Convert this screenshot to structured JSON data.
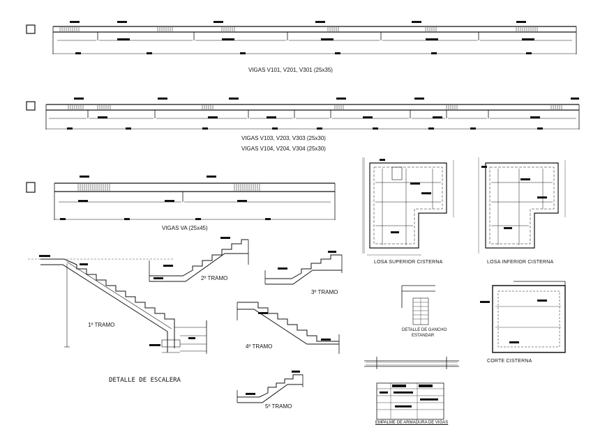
{
  "beams": {
    "v101_title": "VIGAS V101, V201, V301  (25x35)",
    "v103_title": "VIGAS V103, V203, V303  (25x30)",
    "v104_title": "VIGAS V104, V204, V304  (25x30)",
    "va_title": "VIGAS VA  (25x45)"
  },
  "stairs": {
    "detail_title": "DETALLE  DE  ESCALERA",
    "tramo_1": "1º TRAMO",
    "tramo_2": "2º TRAMO",
    "tramo_3": "3º TRAMO",
    "tramo_4": "4º TRAMO",
    "tramo_5": "5º TRAMO"
  },
  "cistern": {
    "losa_superior": "LOSA SUPERIOR CISTERNA",
    "losa_inferior": "LOSA INFERIOR CISTERNA",
    "gancho_line1": "DETALLE DE GANCHO",
    "gancho_line2": "ESTANDAR",
    "corte": "CORTE CISTERNA",
    "empalme": "EMPALME DE ARMADURA DE VIGAS"
  },
  "colors": {
    "ink": "#111111",
    "paper": "#ffffff"
  }
}
